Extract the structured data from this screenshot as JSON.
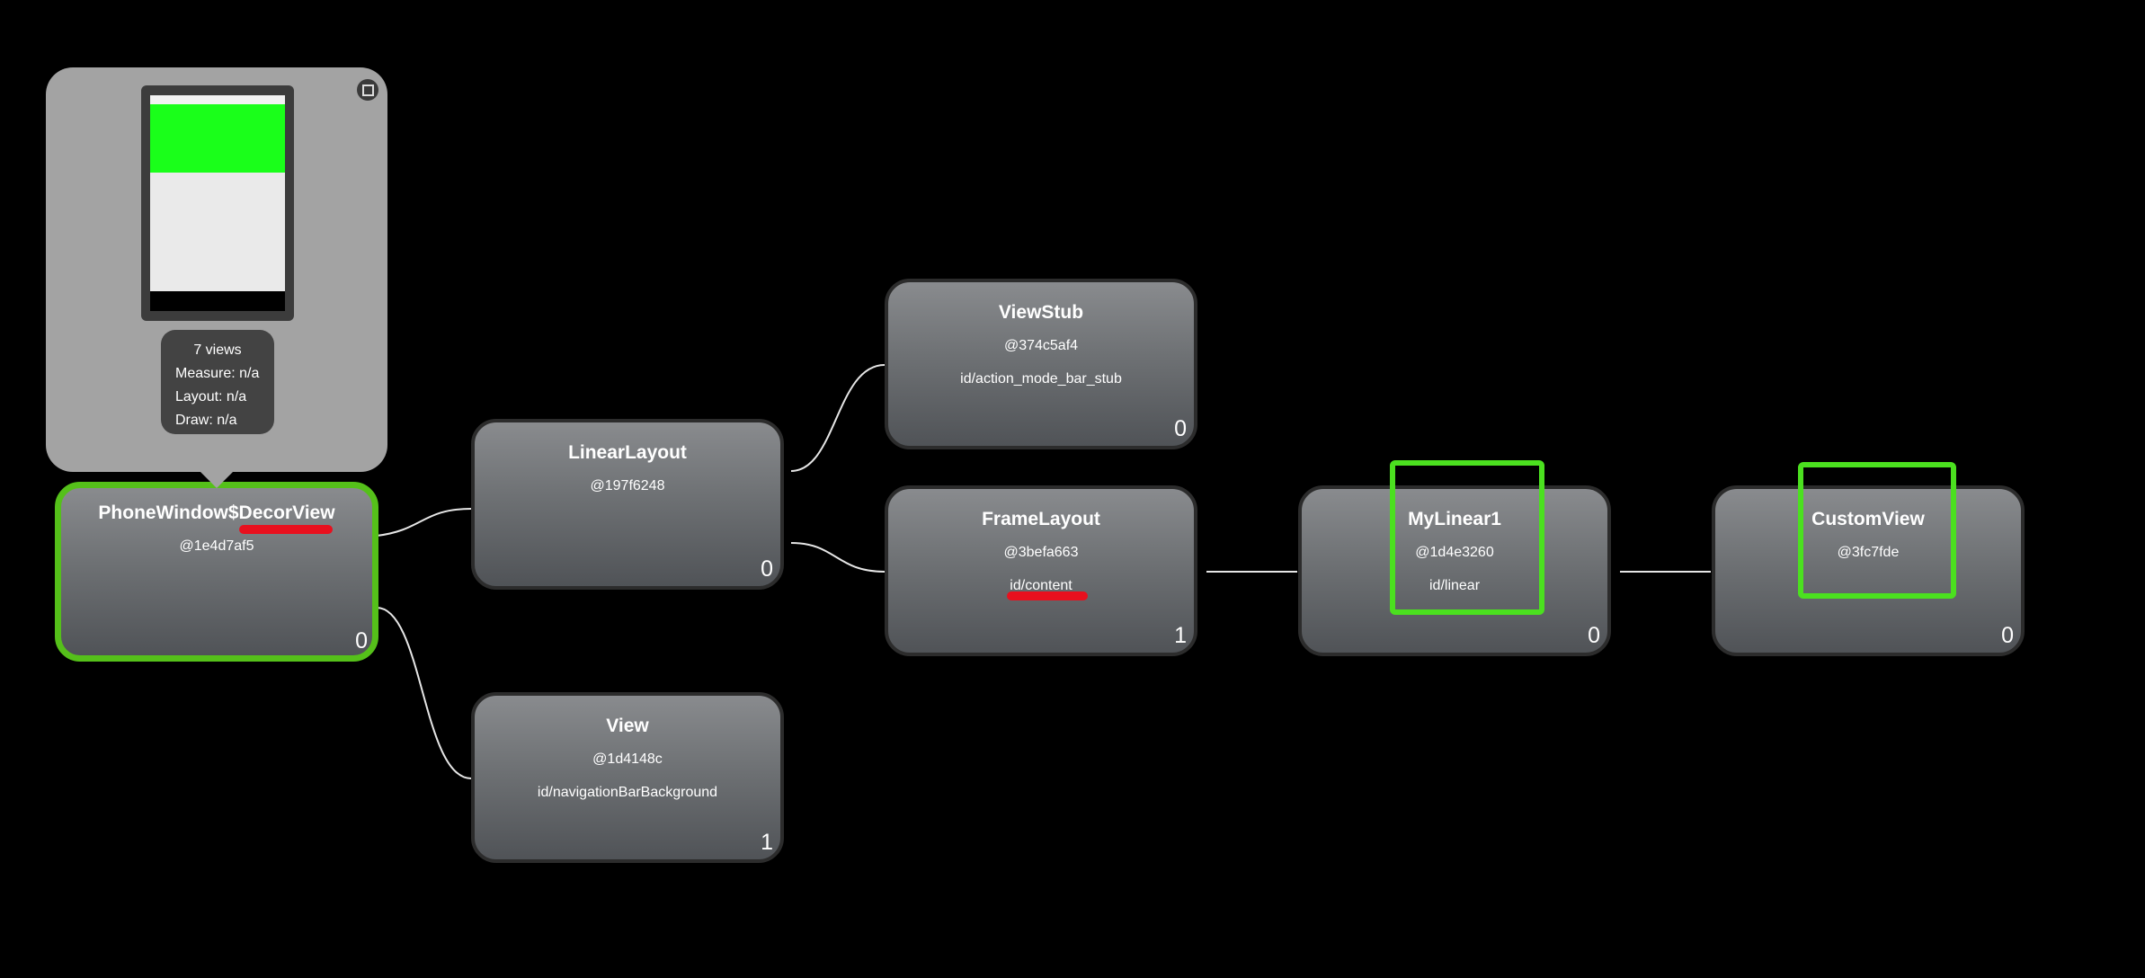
{
  "preview": {
    "view_count": "7 views",
    "measure": "Measure: n/a",
    "layout": "Layout: n/a",
    "draw": "Draw: n/a"
  },
  "nodes": {
    "decor": {
      "title": "PhoneWindow$DecorView",
      "hash": "@1e4d7af5",
      "id": "",
      "count": "0"
    },
    "linear": {
      "title": "LinearLayout",
      "hash": "@197f6248",
      "id": "",
      "count": "0"
    },
    "view": {
      "title": "View",
      "hash": "@1d4148c",
      "id": "id/navigationBarBackground",
      "count": "1"
    },
    "stub": {
      "title": "ViewStub",
      "hash": "@374c5af4",
      "id": "id/action_mode_bar_stub",
      "count": "0"
    },
    "frame": {
      "title": "FrameLayout",
      "hash": "@3befa663",
      "id": "id/content",
      "count": "1"
    },
    "mylinear": {
      "title": "MyLinear1",
      "hash": "@1d4e3260",
      "id": "id/linear",
      "count": "0"
    },
    "custom": {
      "title": "CustomView",
      "hash": "@3fc7fde",
      "id": "",
      "count": "0"
    }
  },
  "colors": {
    "background": "#000000",
    "selection_border": "#55c01a",
    "highlight_box": "#4be01f",
    "annotation_underline": "#e8101e",
    "preview_green": "#1aff1a"
  },
  "icons": {
    "preview_close": "maximize-square-icon"
  }
}
